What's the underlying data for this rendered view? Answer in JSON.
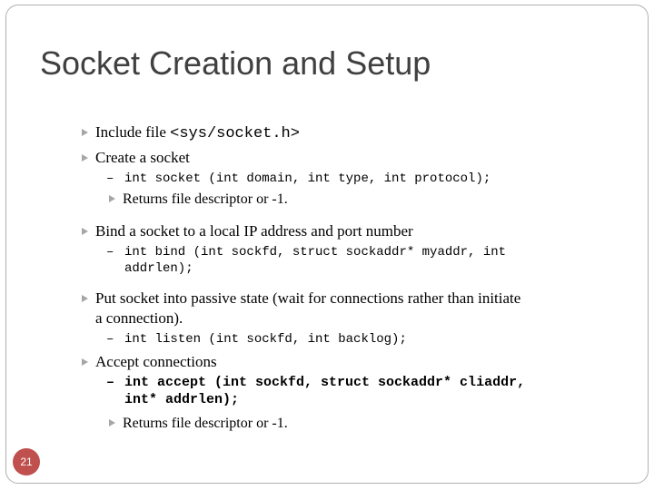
{
  "slide": {
    "title": "Socket Creation and Setup",
    "slide_number": "21",
    "bullets": {
      "include": {
        "text": "Include file ",
        "code": "<sys/socket.h>"
      },
      "create": {
        "text": "Create a socket",
        "signature": "int socket (int domain, int type, int protocol);",
        "returns": "Returns file descriptor or -1."
      },
      "bind": {
        "text": "Bind a socket to a local IP address and port number",
        "signature_line1": "int bind (int sockfd, struct sockaddr* myaddr, int",
        "signature_line2": "addrlen);"
      },
      "listen": {
        "text_line1": "Put socket into passive state (wait for connections rather than initiate",
        "text_line2": "a connection).",
        "signature": "int listen (int sockfd, int backlog);"
      },
      "accept": {
        "text": "Accept connections",
        "signature_line1": "int accept (int sockfd, struct sockaddr* cliaddr,",
        "signature_line2": "int* addrlen);",
        "returns": "Returns file descriptor or -1."
      }
    },
    "dash": "–"
  }
}
